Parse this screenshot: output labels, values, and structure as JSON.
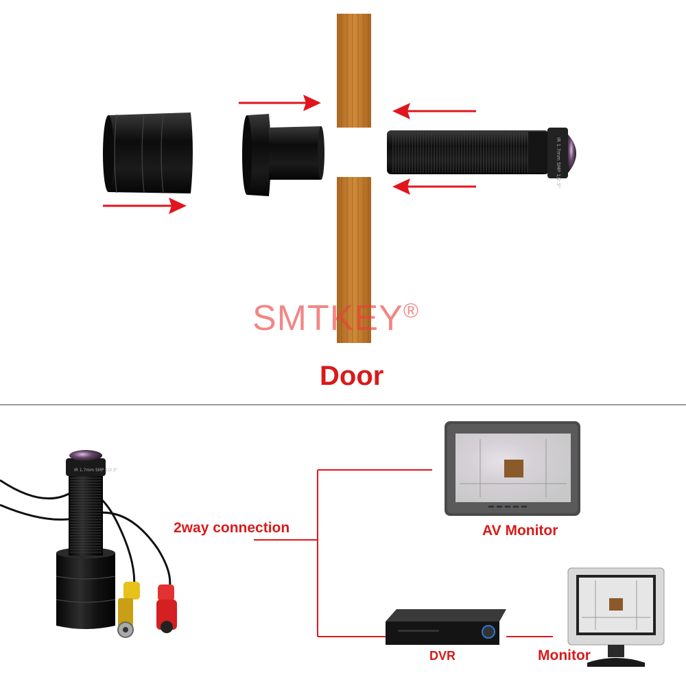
{
  "brand": {
    "name": "SMTKEY",
    "mark": "®"
  },
  "labels": {
    "door": "Door",
    "connection": "2way connection",
    "av_monitor": "AV Monitor",
    "dvr": "DVR",
    "monitor": "Monitor"
  },
  "colors": {
    "accent_red": "#e0161c",
    "door_wood": "#c9822e",
    "divider": "#9a9a9a"
  }
}
